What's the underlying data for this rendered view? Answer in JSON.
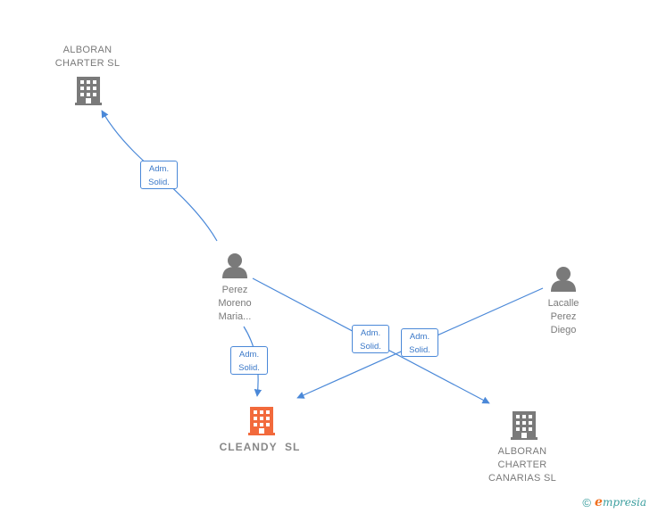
{
  "nodes": {
    "alboran_charter": {
      "label": "ALBORAN\nCHARTER SL",
      "color": "#7a7a7a"
    },
    "perez_moreno": {
      "label": "Perez\nMoreno\nMaria..."
    },
    "lacalle_perez": {
      "label": "Lacalle\nPerez\nDiego"
    },
    "cleandy": {
      "label": "CLEANDY  SL",
      "color": "#f26a3c"
    },
    "alboran_canarias": {
      "label": "ALBORAN\nCHARTER\nCANARIAS SL",
      "color": "#7a7a7a"
    }
  },
  "edges": [
    {
      "from": "perez_moreno",
      "to": "alboran_charter",
      "role_line1": "Adm.",
      "role_line2": "Solid."
    },
    {
      "from": "perez_moreno",
      "to": "cleandy",
      "role_line1": "Adm.",
      "role_line2": "Solid."
    },
    {
      "from": "perez_moreno",
      "to": "alboran_canarias",
      "role_line1": "Adm.",
      "role_line2": "Solid."
    },
    {
      "from": "lacalle_perez",
      "to": "cleandy",
      "role_line1": "Adm.",
      "role_line2": "Solid."
    }
  ],
  "colors": {
    "edge": "#4a88d8",
    "person": "#7a7a7a"
  },
  "footer": {
    "copyright": "©",
    "brand_first": "e",
    "brand_rest": "mpresia"
  }
}
